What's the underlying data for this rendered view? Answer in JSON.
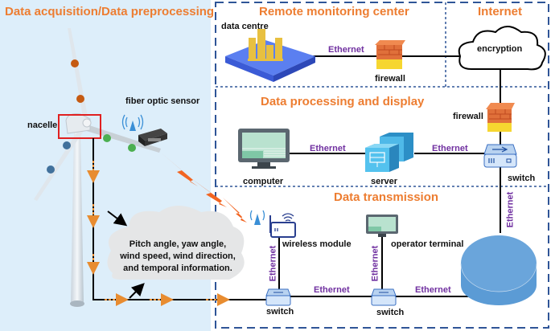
{
  "sections": {
    "acquisition": "Data acquisition/Data preprocessing",
    "remote": "Remote monitoring center",
    "internet": "Internet",
    "processing": "Data processing and display",
    "transmission": "Data transmission"
  },
  "labels": {
    "nacelle": "nacelle",
    "fiber_sensor": "fiber optic sensor",
    "data_centre": "data centre",
    "firewall_top": "firewall",
    "encryption": "encryption",
    "firewall_right": "firewall",
    "computer": "computer",
    "server": "server",
    "switch_right": "switch",
    "wireless_module": "wireless module",
    "operator_terminal": "operator terminal",
    "switch_left": "switch",
    "switch_mid": "switch"
  },
  "connections": {
    "dc_firewall": "Ethernet",
    "computer_server": "Ethernet",
    "server_switch": "Ethernet",
    "switch_db": "Ethernet",
    "wireless_switch": "Ethernet",
    "switch_switch": "Ethernet",
    "terminal_switch": "Ethernet",
    "switch_db_bottom": "Ethernet"
  },
  "cloud_text": {
    "line1": "Pitch angle, yaw angle,",
    "line2": "wind speed, wind direction,",
    "line3": "and temporal information."
  },
  "colors": {
    "accent_orange": "#ed7d31",
    "ethernet_purple": "#7030a0",
    "border_blue": "#2f5597",
    "left_bg": "#ddeefa",
    "database_blue": "#5b9bd5"
  }
}
